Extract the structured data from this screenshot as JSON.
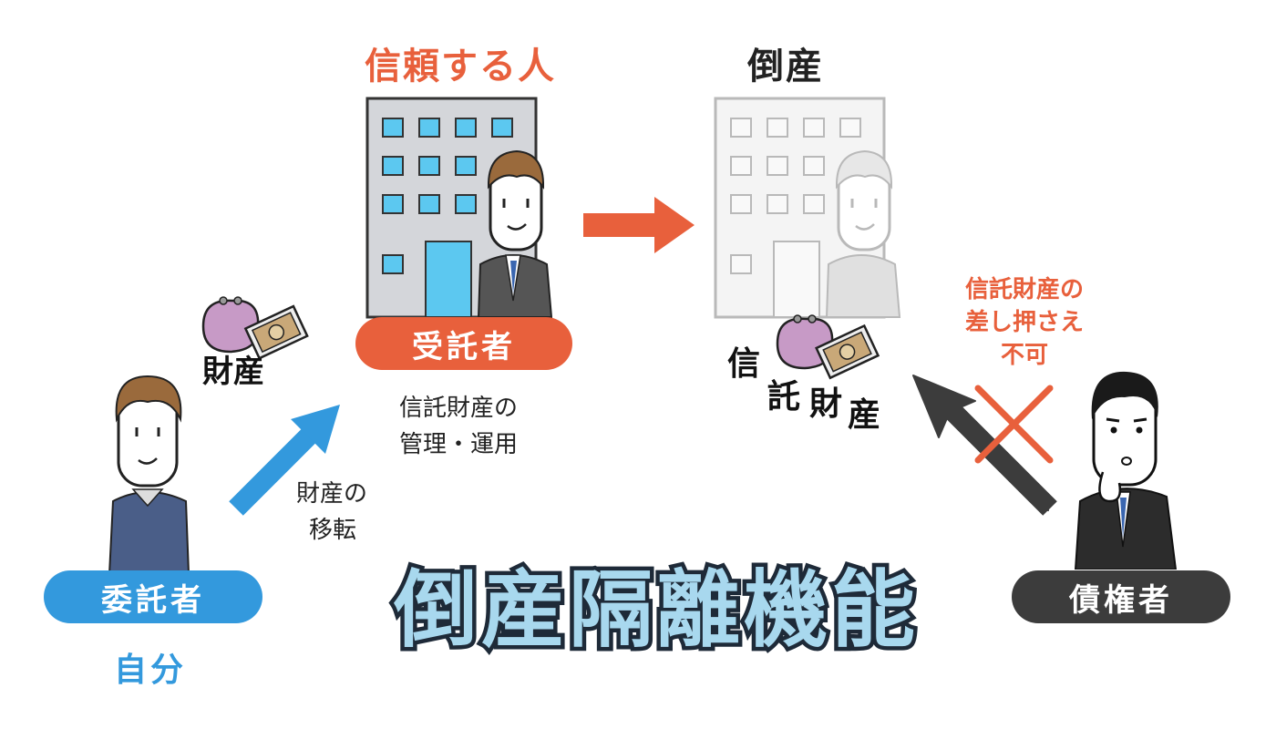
{
  "trustee_heading": "信頼する人",
  "bankrupt_heading": "倒産",
  "trustee_badge": "受託者",
  "settlor_badge": "委託者",
  "creditor_badge": "債権者",
  "self_label": "自分",
  "property_label_left": "財産",
  "trust_property_label": {
    "line1": "信",
    "line2": "託",
    "line3": "財",
    "line4": "産"
  },
  "trustee_duty": [
    "信託財産の",
    "管理・運用"
  ],
  "transfer_label": [
    "財産の",
    "移転"
  ],
  "seizure_note": [
    "信託財産の",
    "差し押さえ",
    "不可"
  ],
  "main_title": "倒産隔離機能",
  "colors": {
    "orange": "#e8603c",
    "blue": "#3399dd",
    "dark": "#3c3c3c",
    "title_fill": "#a8d8ee",
    "window_blue": "#5cc8f0",
    "building_gray": "#d4d6da"
  }
}
